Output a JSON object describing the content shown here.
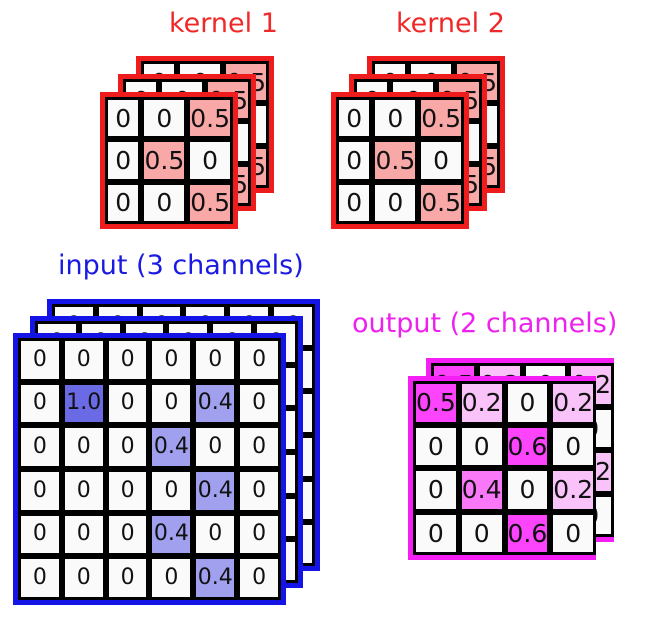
{
  "diagram": {
    "description": "2D convolution illustration: two 3x3x3 kernels applied to a 6x6x3 input producing a 4x4x2 output",
    "colors": {
      "kernel_accent": "#ee1c1c",
      "kernel_title": "#ef2929",
      "input_accent": "#1414e6",
      "input_title": "#1a1ae0",
      "output_accent": "#f51ff5",
      "output_title": "#ee22ee",
      "cell_border": "#000000",
      "cell_background": "#fafafa",
      "kernel_highlight": "#f9a8a8",
      "input_highlight_strong": "#6a6ae4",
      "input_highlight_light": "#a0a0ee",
      "output_highlight_strong": "#fb44fb",
      "output_highlight_mid": "#f878f8",
      "output_highlight_light": "#f9c2f9"
    }
  },
  "kernel1": {
    "title": "kernel 1",
    "channels": 3,
    "rows": [
      [
        "0",
        "0",
        "0.5"
      ],
      [
        "0",
        "0.5",
        "0"
      ],
      [
        "0",
        "0",
        "0.5"
      ]
    ],
    "values": [
      [
        0,
        0,
        0.5
      ],
      [
        0,
        0.5,
        0
      ],
      [
        0,
        0,
        0.5
      ]
    ]
  },
  "kernel2": {
    "title": "kernel 2",
    "channels": 3,
    "rows": [
      [
        "0",
        "0",
        "0.5"
      ],
      [
        "0",
        "0.5",
        "0"
      ],
      [
        "0",
        "0",
        "0.5"
      ]
    ],
    "values": [
      [
        0,
        0,
        0.5
      ],
      [
        0,
        0.5,
        0
      ],
      [
        0,
        0,
        0.5
      ]
    ]
  },
  "input": {
    "title": "input (3 channels)",
    "channels": 3,
    "rows": [
      [
        "0",
        "0",
        "0",
        "0",
        "0",
        "0"
      ],
      [
        "0",
        "1.0",
        "0",
        "0",
        "0.4",
        "0"
      ],
      [
        "0",
        "0",
        "0",
        "0.4",
        "0",
        "0"
      ],
      [
        "0",
        "0",
        "0",
        "0",
        "0.4",
        "0"
      ],
      [
        "0",
        "0",
        "0",
        "0.4",
        "0",
        "0"
      ],
      [
        "0",
        "0",
        "0",
        "0",
        "0.4",
        "0"
      ]
    ],
    "values": [
      [
        0,
        0,
        0,
        0,
        0,
        0
      ],
      [
        0,
        1.0,
        0,
        0,
        0.4,
        0
      ],
      [
        0,
        0,
        0,
        0.4,
        0,
        0
      ],
      [
        0,
        0,
        0,
        0,
        0.4,
        0
      ],
      [
        0,
        0,
        0,
        0.4,
        0,
        0
      ],
      [
        0,
        0,
        0,
        0,
        0.4,
        0
      ]
    ]
  },
  "output": {
    "title": "output (2 channels)",
    "channels": 2,
    "rows": [
      [
        "0.5",
        "0.2",
        "0",
        "0.2"
      ],
      [
        "0",
        "0",
        "0.6",
        "0"
      ],
      [
        "0",
        "0.4",
        "0",
        "0.2"
      ],
      [
        "0",
        "0",
        "0.6",
        "0"
      ]
    ],
    "values": [
      [
        0.5,
        0.2,
        0,
        0.2
      ],
      [
        0,
        0,
        0.6,
        0
      ],
      [
        0,
        0.4,
        0,
        0.2
      ],
      [
        0,
        0,
        0.6,
        0
      ]
    ]
  }
}
